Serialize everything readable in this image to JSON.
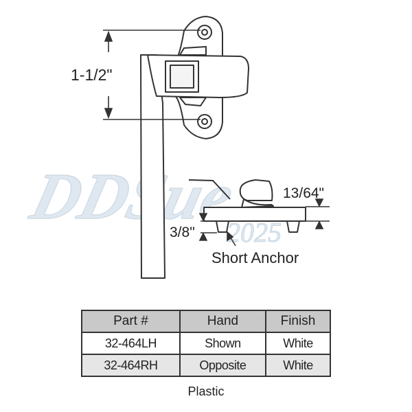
{
  "dimensions": {
    "height": "1-1/2\"",
    "latch_offset": "13/64\"",
    "anchor_length": "3/8\"",
    "anchor_label": "Short Anchor"
  },
  "watermark": {
    "text": "DDSue",
    "year": "2025"
  },
  "table": {
    "headers": [
      "Part #",
      "Hand",
      "Finish"
    ],
    "rows": [
      {
        "part": "32-464LH",
        "hand": "Shown",
        "finish": "White"
      },
      {
        "part": "32-464RH",
        "hand": "Opposite",
        "finish": "White"
      }
    ]
  },
  "material": "Plastic",
  "colors": {
    "line": "#333333",
    "header_fill": "#c9c9c9",
    "alt_row_fill": "#e6e6e6",
    "watermark": "#c5d7e4"
  }
}
